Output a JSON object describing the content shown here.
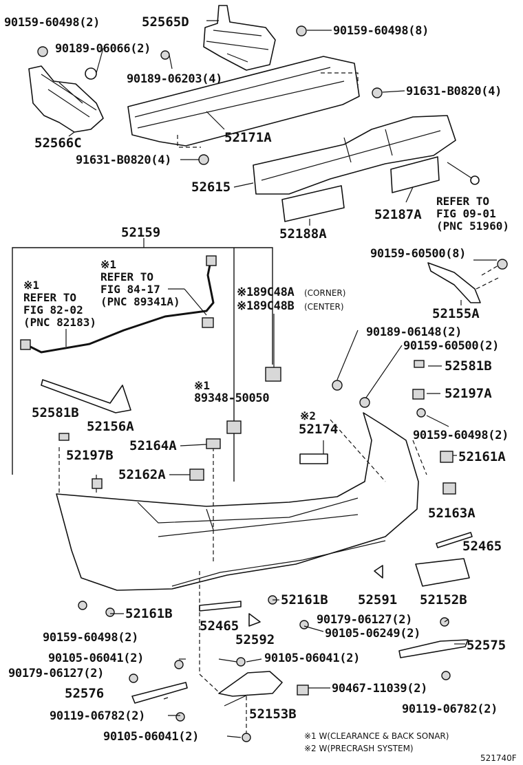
{
  "labels": {
    "p_9015960498_tl": "90159-60498(2)",
    "p_52565D": "52565D",
    "p_9015960498_tr": "90159-60498(8)",
    "p_9018906066": "90189-06066(2)",
    "p_9018906203": "90189-06203(4)",
    "p_91631B0820_r": "91631-B0820(4)",
    "p_52566C": "52566C",
    "p_52171A": "52171A",
    "p_91631B0820_l": "91631-B0820(4)",
    "p_52615": "52615",
    "p_52187A": "52187A",
    "p_52188A": "52188A",
    "p_52159": "52159",
    "p_9015960500_8": "90159-60500(8)",
    "p_52155A": "52155A",
    "p_9018906148": "90189-06148(2)",
    "p_9015960500_2": "90159-60500(2)",
    "p_52581B_r": "52581B",
    "p_52197A": "52197A",
    "p_9015960498_mid": "90159-60498(2)",
    "p_52161A": "52161A",
    "p_52163A": "52163A",
    "p_52581B_l": "52581B",
    "p_52156A": "52156A",
    "p_52197B": "52197B",
    "p_52164A": "52164A",
    "p_52162A": "52162A",
    "p_89348": "89348-50050",
    "p_52174": "52174",
    "p_52465_r": "52465",
    "p_52152B": "52152B",
    "p_52161B_mid": "52161B",
    "p_52591": "52591",
    "p_9015960498_bl": "90159-60498(2)",
    "p_52161B_l": "52161B",
    "p_52465_l": "52465",
    "p_52592": "52592",
    "p_9017906127_r": "90179-06127(2)",
    "p_9010506249": "90105-06249(2)",
    "p_52575": "52575",
    "p_9010506041_l": "90105-06041(2)",
    "p_9010506041_m": "90105-06041(2)",
    "p_9017906127_l": "90179-06127(2)",
    "p_52576": "52576",
    "p_9046711039": "90467-11039(2)",
    "p_9011906782_l": "90119-06782(2)",
    "p_9011906782_r": "90119-06782(2)",
    "p_52153B": "52153B",
    "p_9010506041_b": "90105-06041(2)",
    "p_89C48A": "※189C48A",
    "p_89C48A_note": "(CORNER)",
    "p_89C48B": "※189C48B",
    "p_89C48B_note": "(CENTER)",
    "mark_star1": "※2",
    "mark_89348": "※1",
    "ref1_mark": "※1",
    "ref1_line1": "REFER TO",
    "ref1_line2": "FIG 82-02",
    "ref1_line3": "(PNC 82183)",
    "ref2_mark": "※1",
    "ref2_line1": "REFER TO",
    "ref2_line2": "FIG 84-17",
    "ref2_line3": "(PNC 89341A)",
    "ref3_line1": "REFER TO",
    "ref3_line2": "FIG 09-01",
    "ref3_line3": "(PNC 51960)",
    "footnote1": "※1 W(CLEARANCE & BACK SONAR)",
    "footnote2": "※2 W(PRECRASH  SYSTEM)",
    "fig_id": "521740F"
  }
}
